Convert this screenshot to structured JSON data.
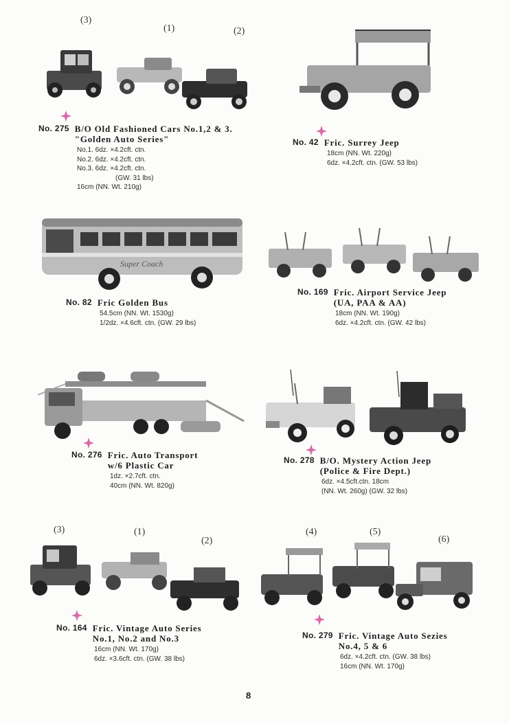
{
  "page_number": "8",
  "items": [
    {
      "no": "No. 275",
      "title_lines": [
        "B/O Old Fashioned Cars No.1,2 & 3.",
        "\"Golden Auto Series\""
      ],
      "spec_lines": [
        "No.1.  6dz. ×4.2cft. ctn.",
        "No.2.  6dz. ×4.2cft. ctn.",
        "No.3.  6dz. ×4.2cft. ctn.",
        "(GW. 31 lbs)",
        "16cm (NN. Wt. 210g)"
      ],
      "photo_labels": [
        "(3)",
        "(1)",
        "(2)"
      ]
    },
    {
      "no": "No. 42",
      "title_lines": [
        "Fric. Surrey Jeep"
      ],
      "spec_lines": [
        "18cm (NN. Wt. 220g)",
        "6dz. ×4.2cft. ctn. (GW. 53 lbs)"
      ]
    },
    {
      "no": "No. 82",
      "title_lines": [
        "Fric Golden Bus"
      ],
      "spec_lines": [
        "54.5cm (NN. Wt. 1530g)",
        "1/2dz. ×4.6cft. ctn. (GW. 29 lbs)"
      ],
      "bus_text": "Super Coach"
    },
    {
      "no": "No. 169",
      "title_lines": [
        "Fric. Airport Service Jeep",
        "(UA, PAA & AA)"
      ],
      "spec_lines": [
        "18cm (NN. Wt. 190g)",
        "6dz. ×4.2cft. ctn. (GW. 42 lbs)"
      ]
    },
    {
      "no": "No. 276",
      "title_lines": [
        "Fric. Auto Transport",
        "w/6 Plastic Car"
      ],
      "spec_lines": [
        "1dz. ×2.7cft. ctn.",
        "40cm (NN. Wt. 820g)"
      ]
    },
    {
      "no": "No. 278",
      "title_lines": [
        "B/O. Mystery Action Jeep",
        "(Police & Fire Dept.)"
      ],
      "spec_lines": [
        "6dz. ×4.5cft.ctn.  18cm",
        "(NN. Wt. 260g)  (GW. 32 lbs)"
      ]
    },
    {
      "no": "No. 164",
      "title_lines": [
        "Fric. Vintage Auto Series",
        "No.1, No.2 and No.3"
      ],
      "spec_lines": [
        "16cm (NN. Wt. 170g)",
        "6dz. ×3.6cft. ctn. (GW. 38 lbs)"
      ],
      "photo_labels": [
        "(3)",
        "(1)",
        "(2)"
      ]
    },
    {
      "no": "No. 279",
      "title_lines": [
        "Fric. Vintage Auto Sezies",
        "No.4, 5 & 6"
      ],
      "spec_lines": [
        "6dz. ×4.2cft. ctn. (GW. 38 lbs)",
        "16cm (NN. Wt. 170g)"
      ],
      "photo_labels": [
        "(4)",
        "(5)",
        "(6)"
      ]
    }
  ],
  "colors": {
    "ink": "#1d1d1d",
    "stamp": "#d86aa8",
    "paper": "#fcfcfa"
  }
}
